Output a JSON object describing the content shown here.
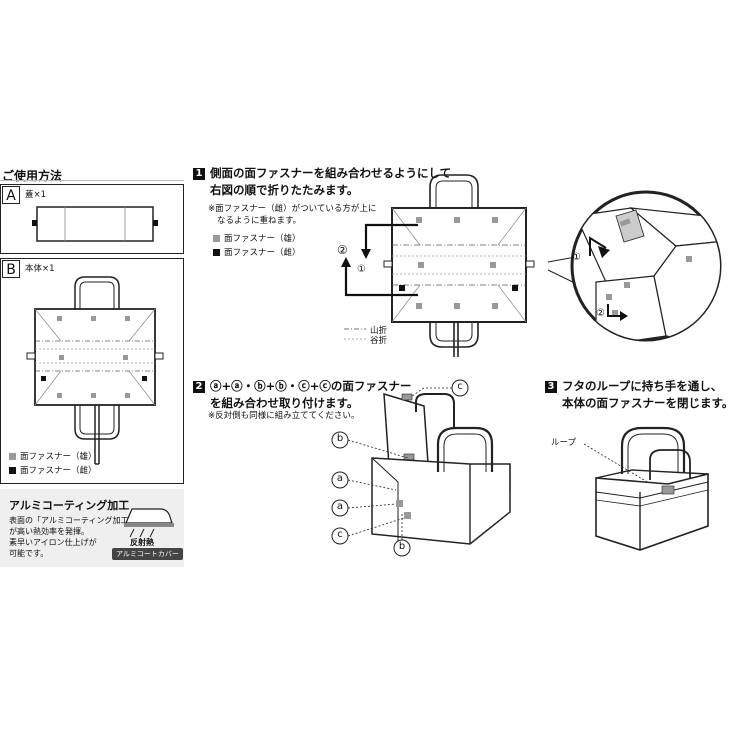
{
  "header": {
    "title": "ご使用方法"
  },
  "panel_a": {
    "tag": "A",
    "label": "蓋×1"
  },
  "panel_b": {
    "tag": "B",
    "label": "本体×1"
  },
  "legend_left": {
    "male": "面ファスナー（雄）",
    "female": "面ファスナー（雌）"
  },
  "coating": {
    "title": "アルミコーティング加工",
    "body": [
      "表面の「アルミコーティング加工」",
      "が高い熱効率を発揮。",
      "素早いアイロン仕上げが",
      "可能です。"
    ],
    "reflect_label": "反射熱",
    "cover_badge": "アルミコートカバー"
  },
  "step1": {
    "number": "1",
    "lines": [
      "側面の面ファスナーを組み合わせるようにして",
      "右図の順で折りたたみます。"
    ],
    "note": [
      "※面ファスナー（雌）がついている方が上に",
      "なるように重ねます。"
    ],
    "legend": {
      "male": "面ファスナー（雄）",
      "female": "面ファスナー（雌）"
    },
    "fold": {
      "mountain": "山折",
      "valley": "谷折"
    },
    "markers": [
      "①",
      "②"
    ]
  },
  "step2": {
    "number": "2",
    "lines": [
      "ⓐ+ⓐ・ⓑ+ⓑ・ⓒ+ⓒの面ファスナー",
      "を組み合わせ取り付けます。"
    ],
    "note": "※反対側も同様に組み立ててください。",
    "callouts": [
      "c",
      "b",
      "a",
      "a",
      "c",
      "b"
    ]
  },
  "step3": {
    "number": "3",
    "lines": [
      "フタのループに持ち手を通し、",
      "本体の面ファスナーを閉じます。"
    ],
    "loop_label": "ループ"
  },
  "colors": {
    "line": "#222222",
    "gray_tab": "#999999",
    "black_tab": "#111111",
    "panel_bg": "#efefef"
  }
}
